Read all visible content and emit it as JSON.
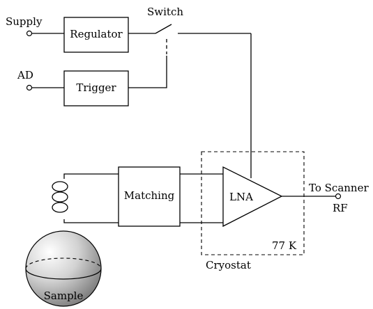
{
  "labels": {
    "supply": "Supply",
    "ad": "AD",
    "switch": "Switch",
    "regulator": "Regulator",
    "trigger": "Trigger",
    "matching": "Matching",
    "lna": "LNA",
    "to_scanner": "To Scanner",
    "rf": "RF",
    "temperature": "77 K",
    "cryostat": "Cryostat",
    "sample": "Sample"
  }
}
